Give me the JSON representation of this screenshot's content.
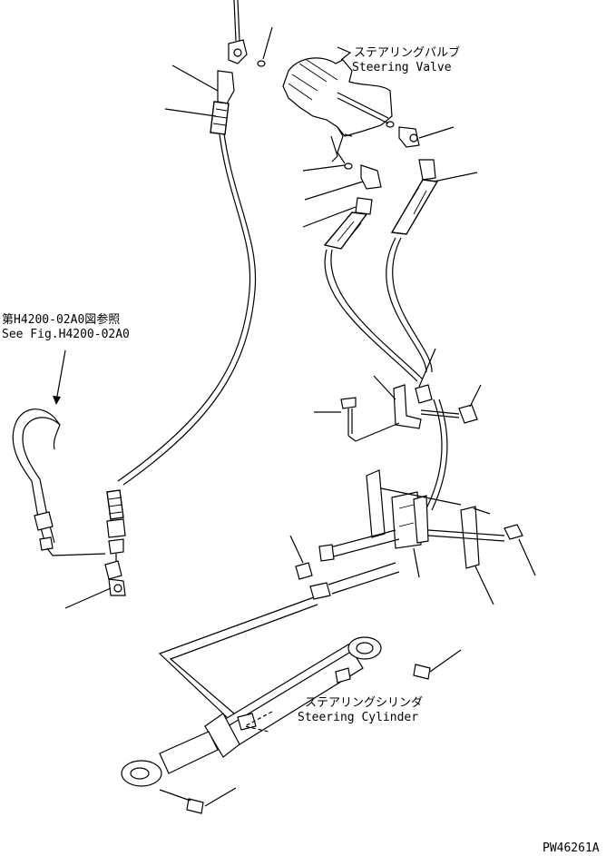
{
  "labels": {
    "steering_valve_jp": "ステアリングバルブ",
    "steering_valve_en": "Steering Valve",
    "see_fig_jp": "第H4200-02A0図参照",
    "see_fig_en": "See Fig.H4200-02A0",
    "steering_cylinder_jp": "ステアリングシリンダ",
    "steering_cylinder_en": "Steering Cylinder",
    "drawing_code": "PW46261A"
  }
}
